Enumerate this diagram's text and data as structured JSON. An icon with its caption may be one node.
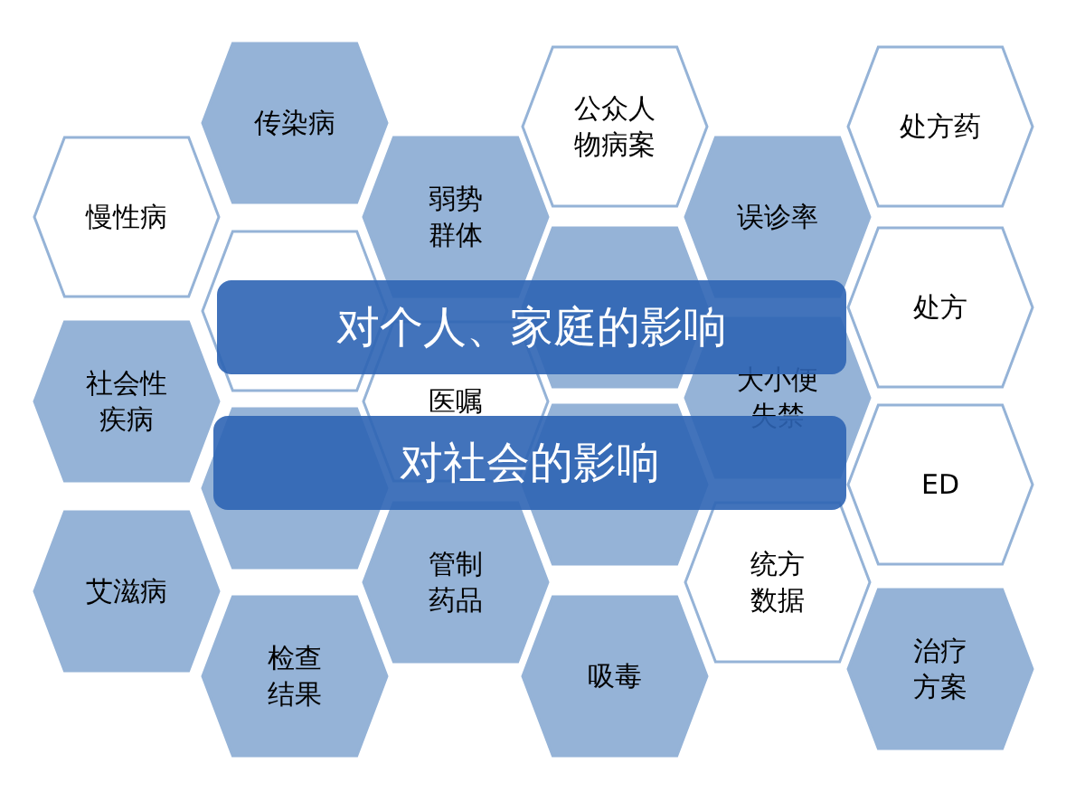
{
  "diagram": {
    "nodes": [
      {
        "text": [
          "慢性病"
        ]
      },
      {
        "text": [
          "传染病"
        ]
      },
      {
        "text": [
          "弱势群体"
        ]
      },
      {
        "text": [
          "公众人物病案"
        ]
      },
      {
        "text": [
          "误诊率"
        ]
      },
      {
        "text": [
          "处方药"
        ]
      },
      {
        "text": [],
        "shape": "hexagon"
      },
      {
        "text": [],
        "shape": "hexagon"
      },
      {
        "text": [
          "处方"
        ]
      },
      {
        "text": [
          "社会性疾病"
        ]
      },
      {
        "text": [
          "医嘱"
        ]
      },
      {
        "text": [
          "大小便失禁"
        ]
      },
      {
        "text": [],
        "shape": "hexagon"
      },
      {
        "text": [],
        "shape": "hexagon"
      },
      {
        "text": [
          "ED"
        ]
      },
      {
        "text": [
          "艾滋病"
        ]
      },
      {
        "text": [
          "管制药品"
        ]
      },
      {
        "text": [
          "统方数据"
        ]
      },
      {
        "text": [
          "检查结果"
        ]
      },
      {
        "text": [
          "吸毒"
        ]
      },
      {
        "text": [
          "治疗方案"
        ]
      },
      {
        "text": [
          "对个人、家庭的影响"
        ]
      },
      {
        "text": [
          "对社会的影响"
        ]
      }
    ]
  }
}
